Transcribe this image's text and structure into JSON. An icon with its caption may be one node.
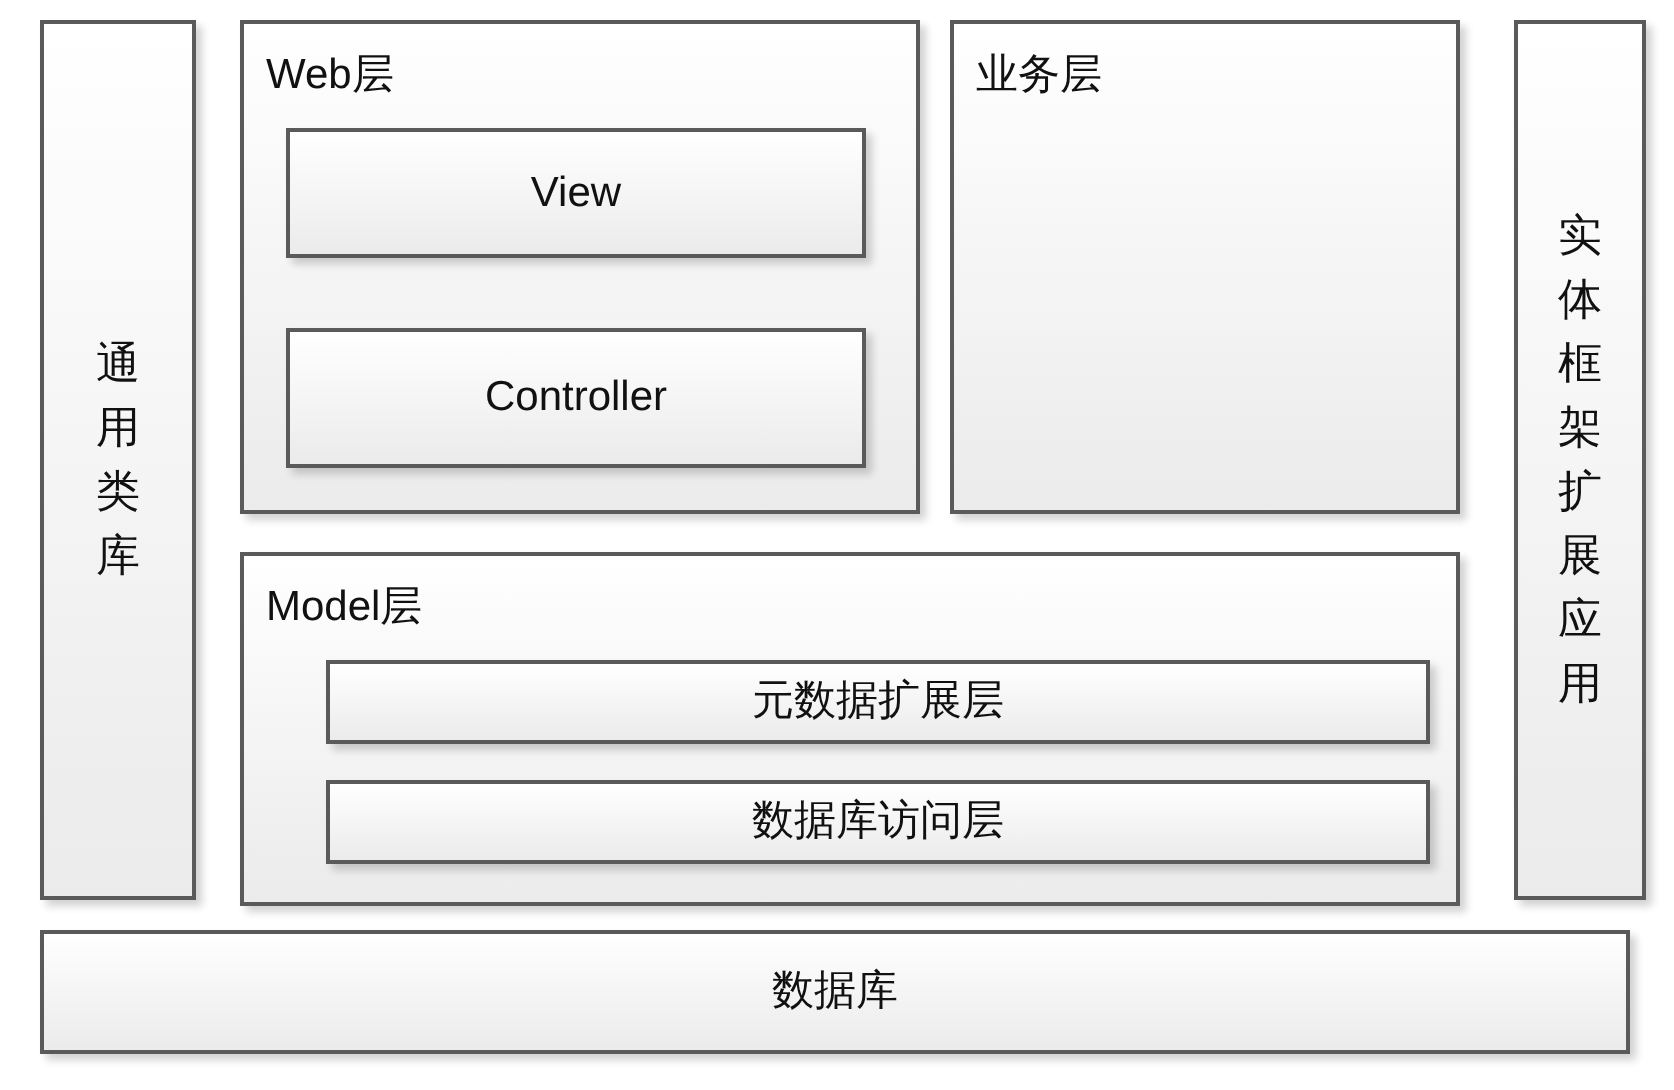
{
  "diagram": {
    "nodes": [
      {
        "text": [
          "通用类库"
        ]
      },
      {
        "text": [
          "Web层"
        ]
      },
      {
        "text": [
          "View"
        ],
        "in": 1
      },
      {
        "text": [
          "Controller"
        ],
        "in": 1
      },
      {
        "text": [
          "业务层"
        ]
      },
      {
        "text": [
          "实体框架扩展应用"
        ]
      },
      {
        "text": [
          "Model层"
        ]
      },
      {
        "text": [
          "元数据扩展层"
        ],
        "in": 6
      },
      {
        "text": [
          "数据库访问层"
        ],
        "in": 6
      },
      {
        "text": [
          "数据库"
        ]
      }
    ]
  }
}
